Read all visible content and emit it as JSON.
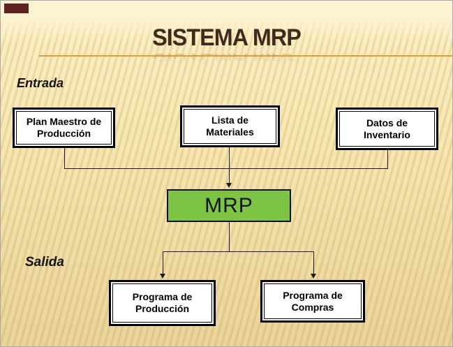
{
  "slide": {
    "title": "SISTEMA MRP",
    "sections": {
      "entrada": "Entrada",
      "salida": "Salida"
    },
    "inputs": [
      {
        "name": "plan-maestro-produccion",
        "line1": "Plan Maestro de",
        "line2": "Producción"
      },
      {
        "name": "lista-materiales",
        "line1": "Lista de",
        "line2": "Materiales"
      },
      {
        "name": "datos-inventario",
        "line1": "Datos de",
        "line2": "Inventario"
      }
    ],
    "process": {
      "label": "MRP"
    },
    "outputs": [
      {
        "name": "programa-produccion",
        "line1": "Programa de",
        "line2": "Producción"
      },
      {
        "name": "programa-compras",
        "line1": "Programa de",
        "line2": "Compras"
      }
    ],
    "colors": {
      "accent_orange": "#e59a33",
      "process_green": "#7dc344",
      "title_brown": "#3e2b1e",
      "corner_maroon": "#5e2121",
      "background_cream": "#fbf0c6",
      "background_gold": "#e9d49a"
    }
  }
}
